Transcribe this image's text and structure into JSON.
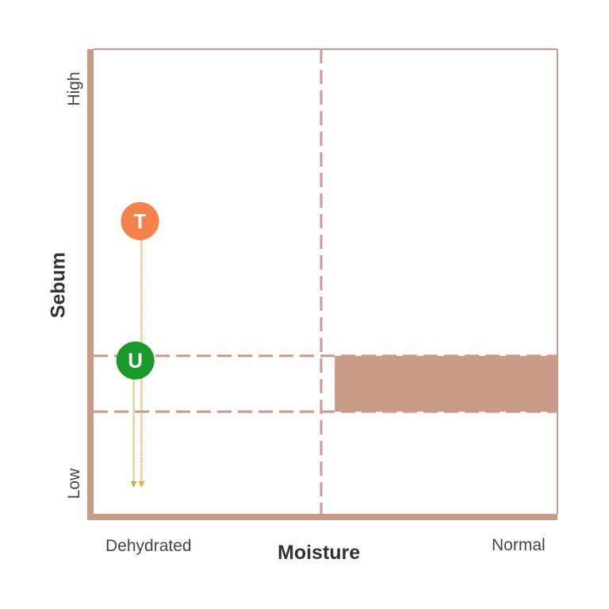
{
  "chart_data": {
    "type": "scatter",
    "title": "",
    "xlabel": "Moisture",
    "ylabel": "Sebum",
    "x_tick_labels": [
      "Dehydrated",
      "Normal"
    ],
    "y_tick_labels": [
      "Low",
      "High"
    ],
    "xlim": [
      0,
      1
    ],
    "ylim": [
      0,
      1
    ],
    "grid": false,
    "dividers": {
      "x": 0.5,
      "y_band": [
        0.22,
        0.34
      ]
    },
    "target_zone": {
      "x": [
        0.52,
        1.0
      ],
      "y": [
        0.22,
        0.34
      ],
      "color": "#c89a87"
    },
    "points": [
      {
        "label": "T",
        "x": 0.1,
        "y": 0.63,
        "color": "#f5824a"
      },
      {
        "label": "U",
        "x": 0.09,
        "y": 0.33,
        "color": "#1a9a2a"
      }
    ],
    "trails": [
      {
        "from": "T",
        "to_y": 0.06,
        "color": "#f5a94a"
      },
      {
        "from": "U",
        "to_y": 0.06,
        "color": "#b8b84a"
      }
    ],
    "frame_color": "#c9998a"
  }
}
